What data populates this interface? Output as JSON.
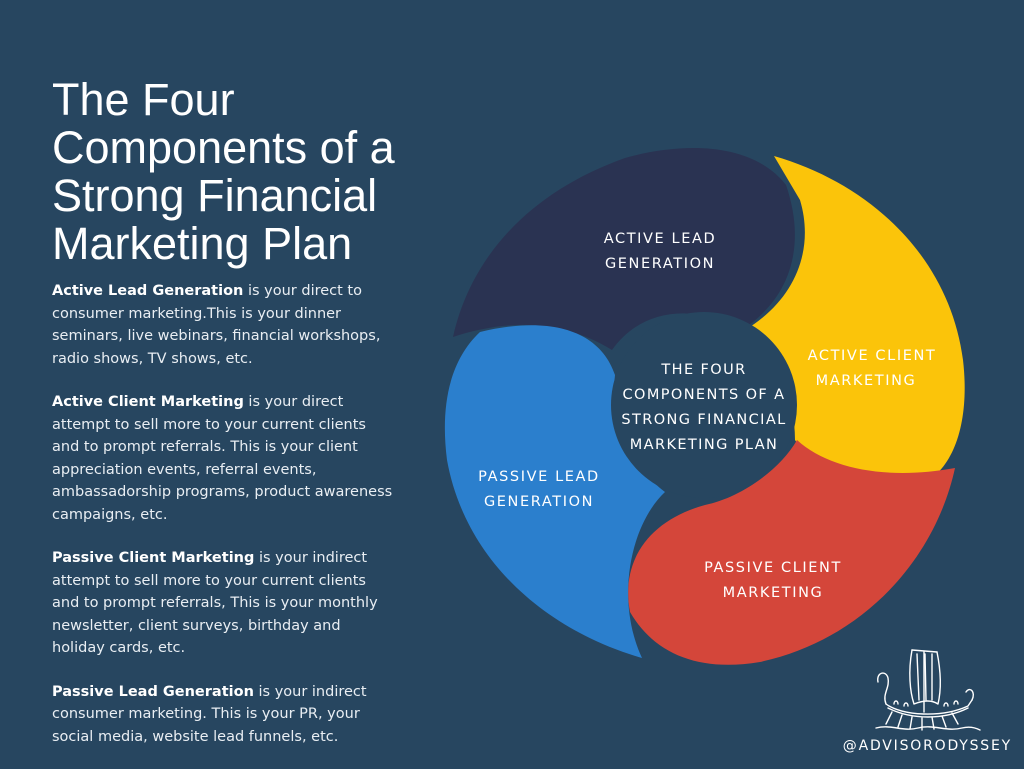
{
  "title": "The Four Components of a Strong Financial Marketing Plan",
  "descriptions": [
    {
      "term": "Active Lead Generation",
      "text": " is your direct to consumer marketing.This is your dinner seminars, live webinars, financial workshops, radio shows, TV shows, etc."
    },
    {
      "term": "Active Client Marketing",
      "text": " is your direct attempt to sell more to your current clients and to prompt referrals. This is your client appreciation events, referral events, ambassadorship programs, product awareness campaigns, etc."
    },
    {
      "term": "Passive Client Marketing",
      "text": " is your indirect attempt to sell more to your current clients and to prompt referrals, This is your monthly newsletter, client surveys, birthday and holiday cards, etc."
    },
    {
      "term": "Passive Lead Generation",
      "text": " is your indirect consumer marketing. This is your PR, your social media, website lead funnels, etc."
    }
  ],
  "diagram": {
    "segments": [
      {
        "line1": "ACTIVE LEAD",
        "line2": "GENERATION",
        "color": "#2a3352"
      },
      {
        "line1": "ACTIVE CLIENT",
        "line2": "MARKETING",
        "color": "#fbc40a"
      },
      {
        "line1": "PASSIVE CLIENT",
        "line2": "MARKETING",
        "color": "#d4463a"
      },
      {
        "line1": "PASSIVE LEAD",
        "line2": "GENERATION",
        "color": "#2b7fcd"
      }
    ],
    "center": [
      "THE FOUR",
      "COMPONENTS OF A",
      "STRONG FINANCIAL",
      "MARKETING PLAN"
    ]
  },
  "colors": {
    "background": "#274660",
    "ring_gap": "#1f3a52"
  },
  "logo_icon": "viking-ship-icon",
  "handle": "@ADVISORODYSSEY"
}
